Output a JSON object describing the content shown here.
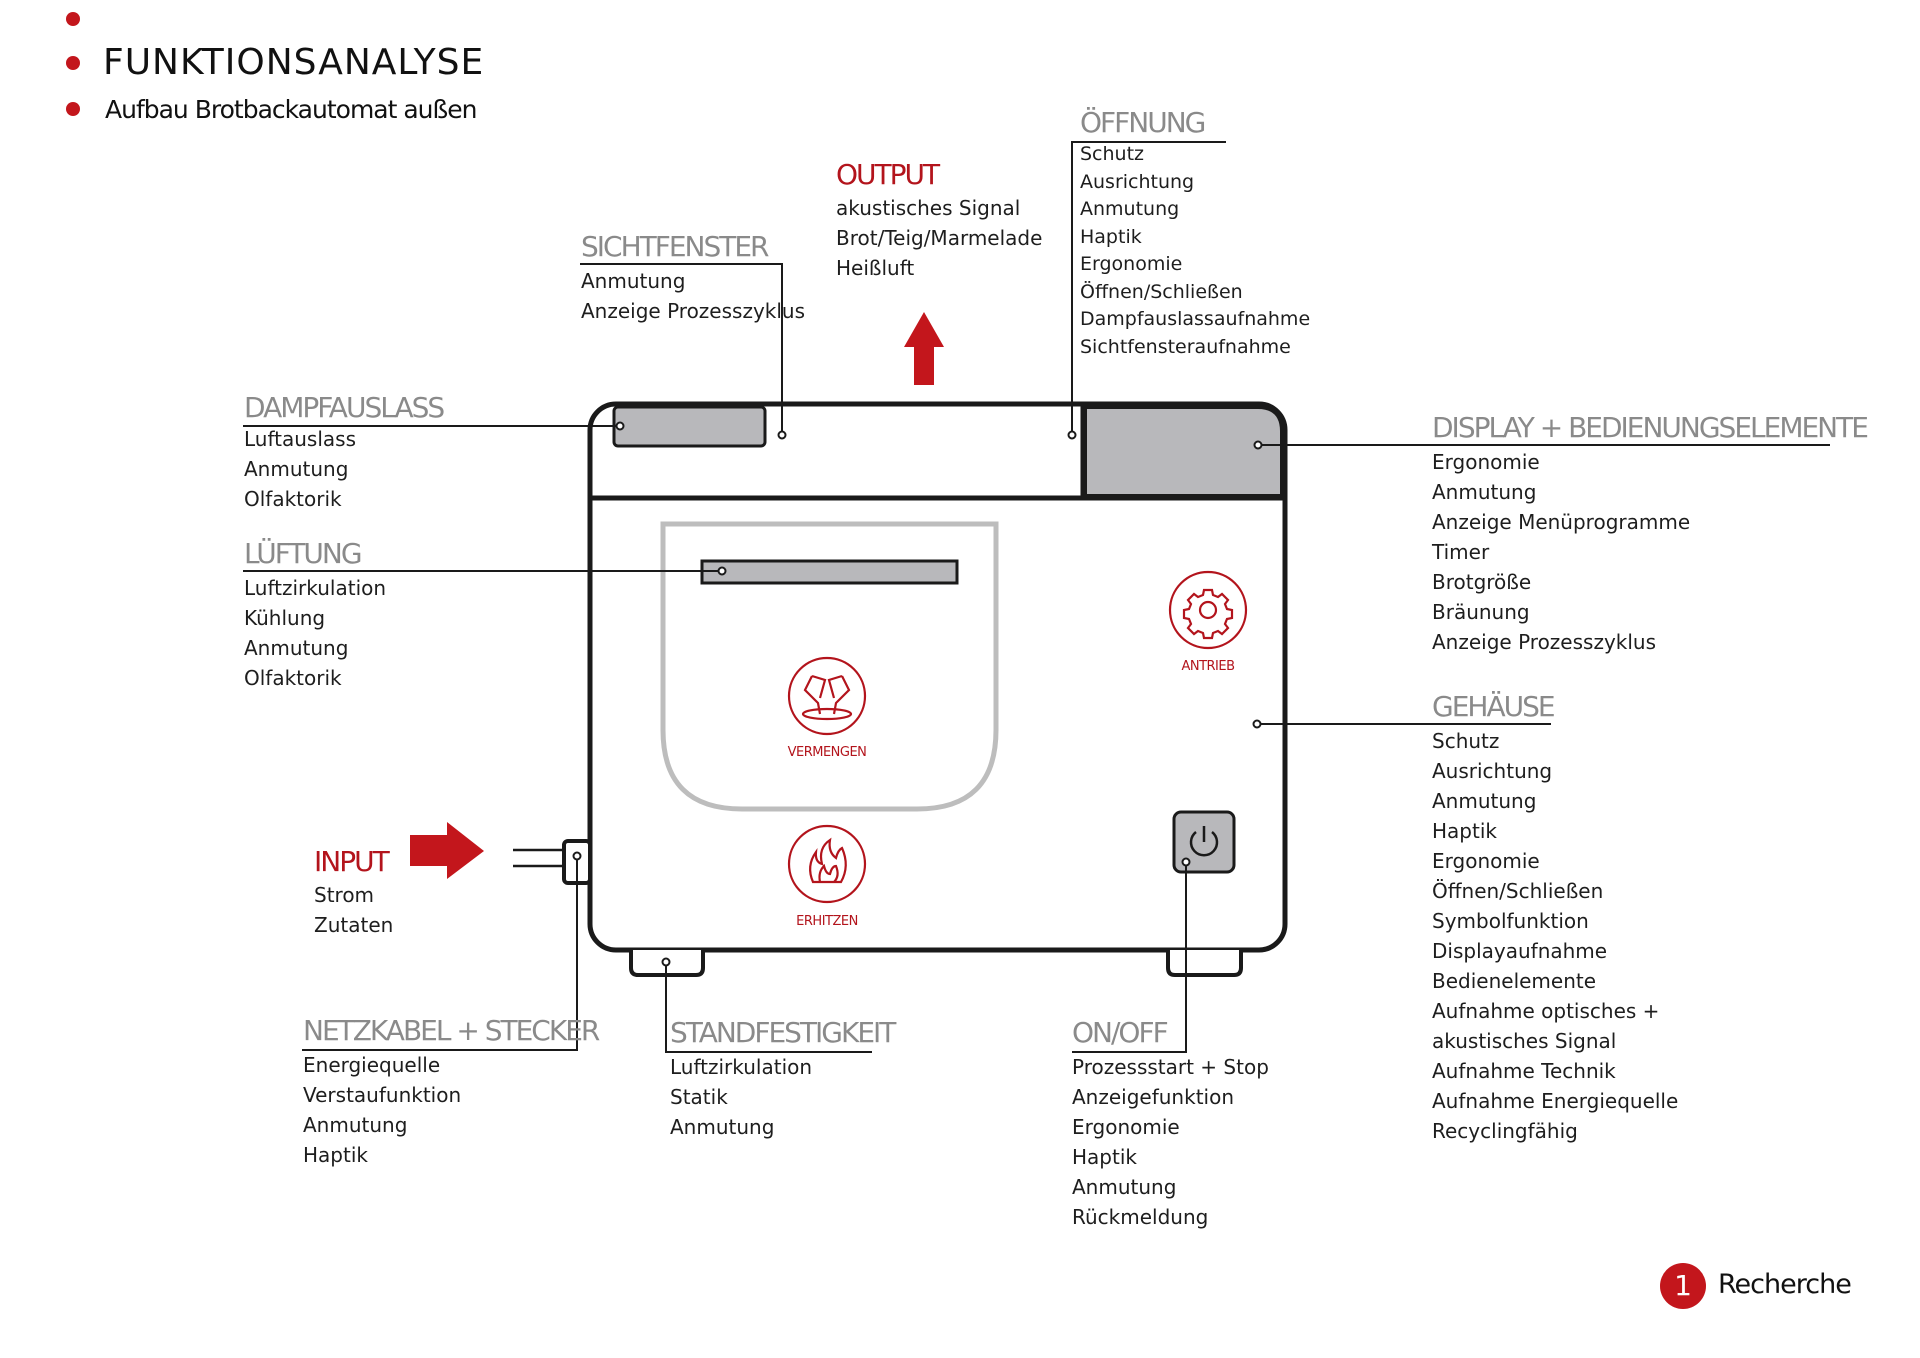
{
  "header": {
    "title": "FUNKTIONSANALYSE",
    "subtitle": "Aufbau Brotbackautomat außen"
  },
  "colors": {
    "accent": "#c3161c",
    "category_gray": "#8a8a8a",
    "panel_gray": "#b8b8bb",
    "line": "#1a1a1a"
  },
  "callouts": {
    "output": {
      "title": "OUTPUT",
      "items": [
        "akustisches Signal",
        "Brot/Teig/Marmelade",
        "Heißluft"
      ]
    },
    "oeffnung": {
      "title": "ÖFFNUNG",
      "items": [
        "Schutz",
        "Ausrichtung",
        "Anmutung",
        "Haptik",
        "Ergonomie",
        "Öffnen/Schließen",
        "Dampfauslassaufnahme",
        "Sichtfensteraufnahme"
      ]
    },
    "sichtfenster": {
      "title": "SICHTFENSTER",
      "items": [
        "Anmutung",
        "Anzeige Prozesszyklus"
      ]
    },
    "dampfauslass": {
      "title": "DAMPFAUSLASS",
      "items": [
        "Luftauslass",
        "Anmutung",
        "Olfaktorik"
      ]
    },
    "lueftung": {
      "title": "LÜFTUNG",
      "items": [
        "Luftzirkulation",
        "Kühlung",
        "Anmutung",
        "Olfaktorik"
      ]
    },
    "display": {
      "title": "DISPLAY + BEDIENUNGSELEMENTE",
      "items": [
        "Ergonomie",
        "Anmutung",
        "Anzeige Menüprogramme",
        "Timer",
        "Brotgröße",
        "Bräunung",
        "Anzeige Prozesszyklus"
      ]
    },
    "gehaeuse": {
      "title": "GEHÄUSE",
      "items": [
        "Schutz",
        "Ausrichtung",
        "Anmutung",
        "Haptik",
        "Ergonomie",
        "Öffnen/Schließen",
        "Symbolfunktion",
        "Displayaufnahme",
        "Bedienelemente",
        "Aufnahme optisches +",
        "akustisches Signal",
        "Aufnahme Technik",
        "Aufnahme Energiequelle",
        "Recyclingfähig"
      ]
    },
    "input": {
      "title": "INPUT",
      "items": [
        "Strom",
        "Zutaten"
      ]
    },
    "netzkabel": {
      "title": "NETZKABEL + STECKER",
      "items": [
        "Energiequelle",
        "Verstaufunktion",
        "Anmutung",
        "Haptik"
      ]
    },
    "standfestigkeit": {
      "title": "STANDFESTIGKEIT",
      "items": [
        "Luftzirkulation",
        "Statik",
        "Anmutung"
      ]
    },
    "onoff": {
      "title": "ON/OFF",
      "items": [
        "Prozessstart + Stop",
        "Anzeigefunktion",
        "Ergonomie",
        "Haptik",
        "Anmutung",
        "Rückmeldung"
      ]
    }
  },
  "device_icons": {
    "vermengen": {
      "label": "VERMENGEN",
      "icon": "kneading-hooks-icon"
    },
    "erhitzen": {
      "label": "ERHITZEN",
      "icon": "flame-icon"
    },
    "antrieb": {
      "label": "ANTRIEB",
      "icon": "gear-icon"
    },
    "power": {
      "icon": "power-icon"
    }
  },
  "footer": {
    "step_number": "1",
    "step_label": "Recherche"
  }
}
